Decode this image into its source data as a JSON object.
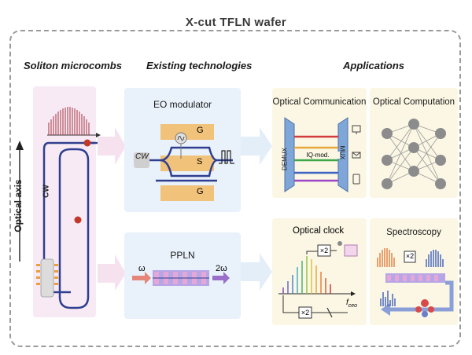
{
  "wafer": {
    "title": "X-cut TFLN wafer"
  },
  "sections": {
    "soliton": "Soliton microcombs",
    "existing": "Existing technologies",
    "applications": "Applications"
  },
  "axis_label": "Optical axis",
  "soliton_panel": {
    "cw": "CW"
  },
  "eo_modulator": {
    "title": "EO modulator",
    "cw": "CW",
    "electrodes": [
      "G",
      "S",
      "G"
    ]
  },
  "ppln": {
    "title": "PPLN",
    "input": "ω",
    "output": "2ω"
  },
  "optical_communication": {
    "title": "Optical Communication",
    "demux": "DEMUX",
    "iq": "IQ-mod.",
    "mux": "MUX"
  },
  "optical_computation": {
    "title": "Optical Computation"
  },
  "optical_clock": {
    "title": "Optical clock",
    "x2": "×2",
    "fceo": "f",
    "fceo_sub": "ceo"
  },
  "spectroscopy": {
    "title": "Spectroscopy",
    "x2": "×2"
  },
  "colors": {
    "waveguide": "#2f3f8f",
    "electrode": "#f1c27a",
    "comb": "#a3333d",
    "pink_panel": "#f8eaf5",
    "blue_panel": "#e9f1fa",
    "yellow_panel": "#fbf7e4"
  }
}
